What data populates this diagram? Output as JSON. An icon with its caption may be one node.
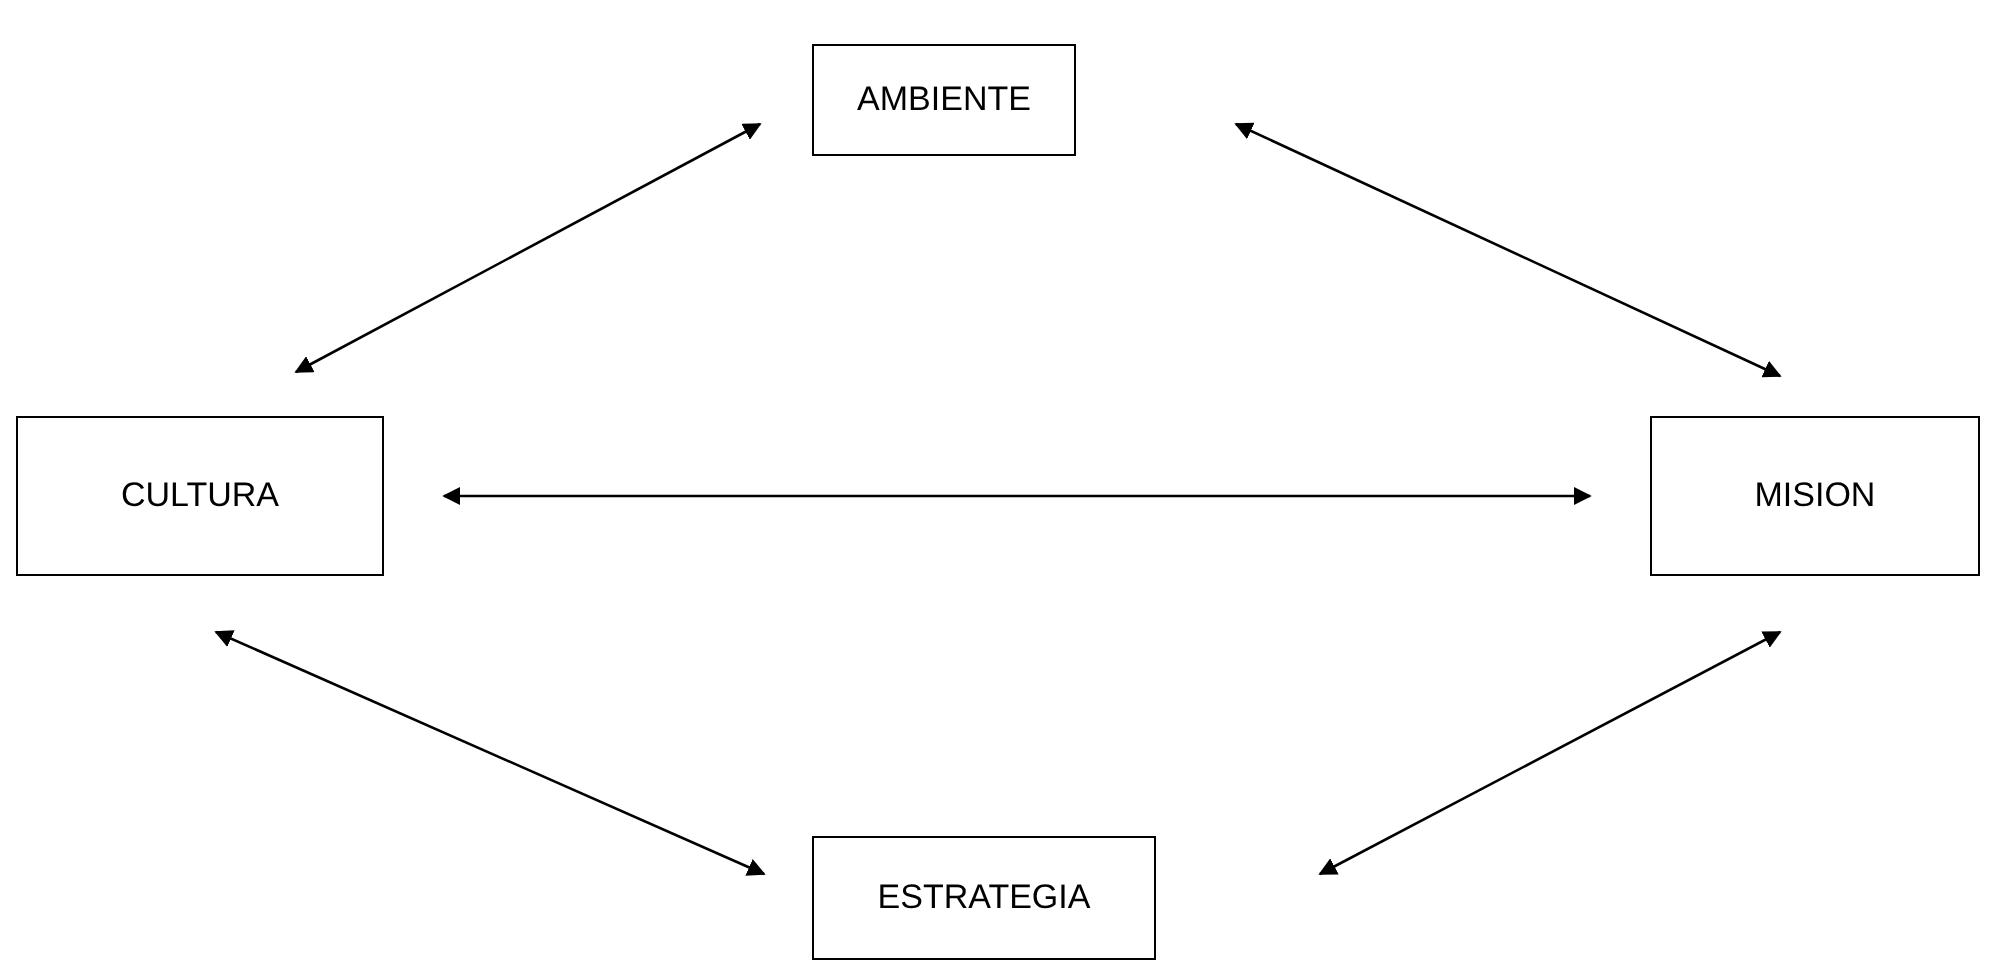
{
  "diagram": {
    "nodes": [
      {
        "text": [
          "AMBIENTE"
        ]
      },
      {
        "text": [
          "CULTURA"
        ]
      },
      {
        "text": [
          "MISION"
        ]
      },
      {
        "text": [
          "ESTRATEGIA"
        ]
      }
    ],
    "edges": [
      {
        "from": 0,
        "to": 1,
        "arrow": "both"
      },
      {
        "from": 0,
        "to": 2,
        "arrow": "both"
      },
      {
        "from": 1,
        "to": 2,
        "arrow": "both"
      },
      {
        "from": 1,
        "to": 3,
        "arrow": "both"
      },
      {
        "from": 2,
        "to": 3,
        "arrow": "both"
      }
    ]
  }
}
